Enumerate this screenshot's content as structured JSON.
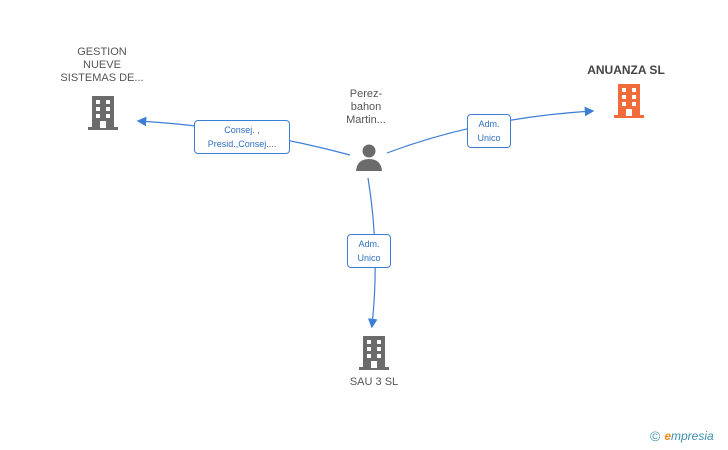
{
  "nodes": {
    "person": {
      "lines": [
        "Perez-",
        "bahon",
        "Martin..."
      ]
    },
    "gestion": {
      "lines": [
        "GESTION",
        "NUEVE",
        "SISTEMAS DE..."
      ]
    },
    "anuanza": {
      "name": "ANUANZA SL",
      "color": "#f26b3a"
    },
    "sau3": {
      "name": "SAU 3 SL"
    }
  },
  "edges": {
    "to_gestion": {
      "lines": [
        "Consej. ,",
        "Presid.,Consej...."
      ]
    },
    "to_anuanza": {
      "lines": [
        "Adm.",
        "Unico"
      ]
    },
    "to_sau3": {
      "lines": [
        "Adm.",
        "Unico"
      ]
    }
  },
  "colors": {
    "edge": "#3d7fd6",
    "building": "#6b6b6b",
    "person": "#6b6b6b"
  },
  "footer": {
    "copyright": "©",
    "brand_e": "e",
    "brand_rest": "mpresia"
  }
}
